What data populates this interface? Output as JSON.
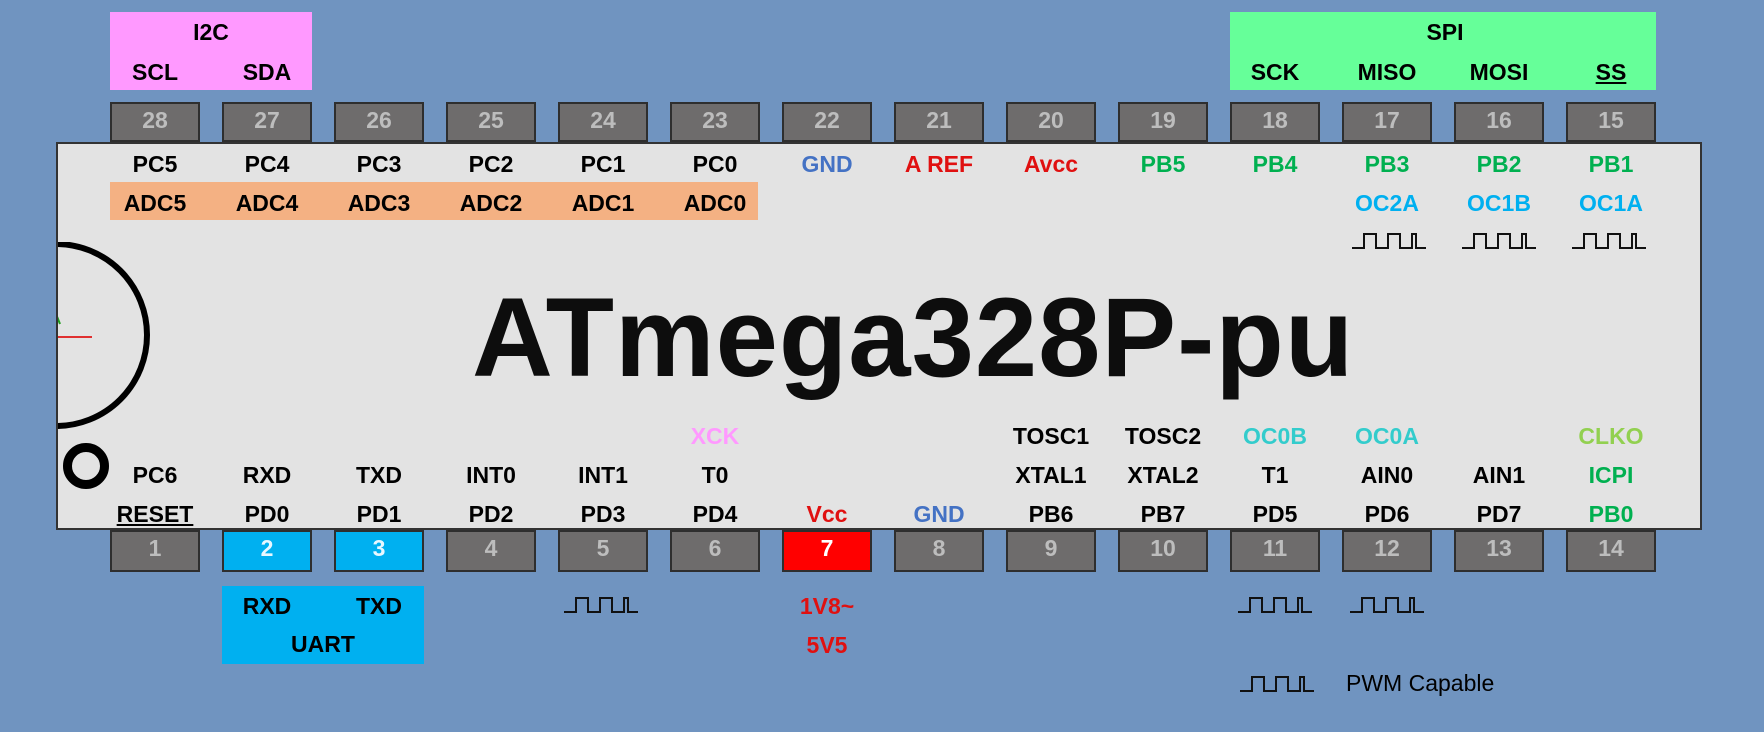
{
  "chip_name": "ATmega328P-pu",
  "colors": {
    "background": "#7094c0",
    "chip_body": "#e3e3e3",
    "pin": "#6e6c6c",
    "i2c": "#ff99ff",
    "spi": "#66ff99",
    "adc": "#f4b183",
    "uart": "#00b0f0",
    "vcc_pin": "#ff0000",
    "green": "#00b050",
    "blue": "#4472c4",
    "red": "#e01010",
    "cyan": "#00b0f0",
    "teal": "#33cccc",
    "pink": "#ff99ff",
    "lightgreen": "#92d050"
  },
  "i2c": {
    "title": "I2C",
    "scl": "SCL",
    "sda": "SDA"
  },
  "spi": {
    "title": "SPI",
    "sck": "SCK",
    "miso": "MISO",
    "mosi": "MOSI",
    "ss": "SS"
  },
  "uart": {
    "rxd": "RXD",
    "txd": "TXD",
    "label": "UART"
  },
  "top_pins": {
    "numbers": [
      "28",
      "27",
      "26",
      "25",
      "24",
      "23",
      "22",
      "21",
      "20",
      "19",
      "18",
      "17",
      "16",
      "15"
    ],
    "ports": [
      "PC5",
      "PC4",
      "PC3",
      "PC2",
      "PC1",
      "PC0",
      "GND",
      "A REF",
      "Avcc",
      "PB5",
      "PB4",
      "PB3",
      "PB2",
      "PB1"
    ],
    "adc": [
      "ADC5",
      "ADC4",
      "ADC3",
      "ADC2",
      "ADC1",
      "ADC0"
    ],
    "oc": [
      "OC2A",
      "OC1B",
      "OC1A"
    ]
  },
  "bottom_pins": {
    "numbers": [
      "1",
      "2",
      "3",
      "4",
      "5",
      "6",
      "7",
      "8",
      "9",
      "10",
      "11",
      "12",
      "13",
      "14"
    ],
    "ports": [
      "RESET",
      "PD0",
      "PD1",
      "PD2",
      "PD3",
      "PD4",
      "Vcc",
      "GND",
      "PB6",
      "PB7",
      "PD5",
      "PD6",
      "PD7",
      "PB0"
    ],
    "alt1": [
      "PC6",
      "RXD",
      "TXD",
      "INT0",
      "INT1",
      "T0",
      "",
      "",
      "XTAL1",
      "XTAL2",
      "T1",
      "AIN0",
      "AIN1",
      "ICPI"
    ],
    "alt2": [
      "",
      "",
      "",
      "",
      "",
      "XCK",
      "",
      "",
      "TOSC1",
      "TOSC2",
      "OC0B",
      "OC0A",
      "",
      "CLKO"
    ]
  },
  "voltage": {
    "min": "1V8~",
    "max": "5V5"
  },
  "legend": {
    "pwm_label": "PWM Capable",
    "pwm_icon": "pwm-square-wave"
  }
}
